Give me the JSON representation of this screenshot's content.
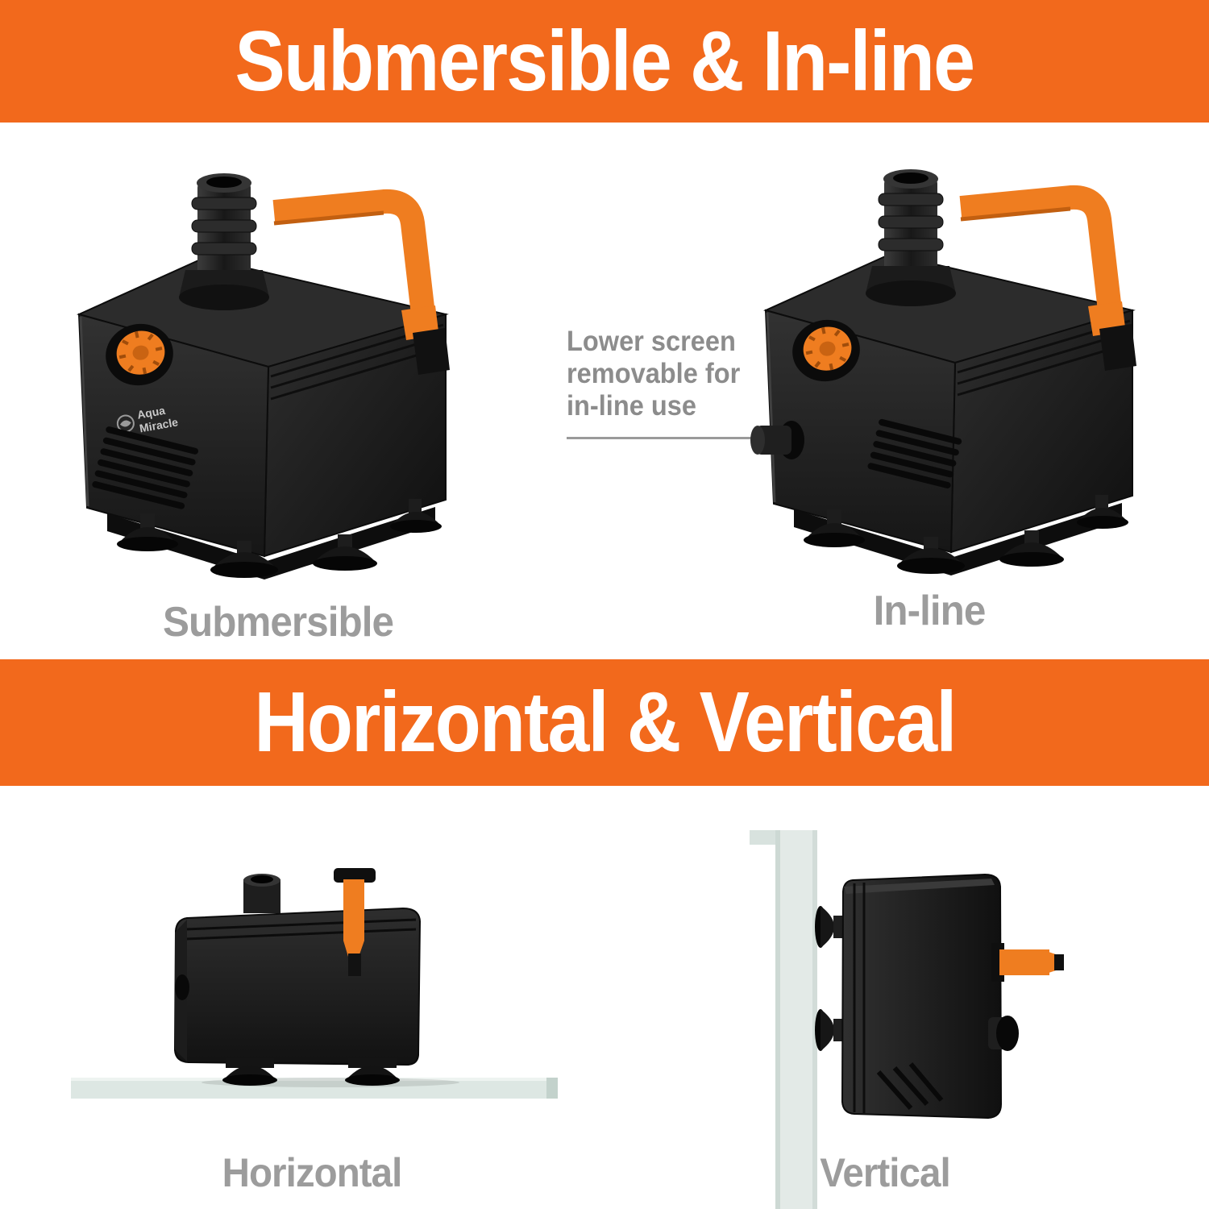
{
  "meta": {
    "accent_orange": "#f2691c",
    "handle_orange": "#ef7d20",
    "pump_black": "#1f1f1f",
    "label_gray": "#9c9c9c",
    "annotation_gray": "#8c8c8c",
    "glass_color": "#e3eae7"
  },
  "banner_top": {
    "title": "Submersible & In-line"
  },
  "banner_middle": {
    "title": "Horizontal & Vertical"
  },
  "top_section": {
    "left_caption": "Submersible",
    "right_caption": "In-line",
    "annotation_lines": [
      "Lower screen",
      "removable for",
      "in-line use"
    ]
  },
  "bottom_section": {
    "left_caption": "Horizontal",
    "right_caption": "Vertical"
  },
  "brand": {
    "name_line1": "Aqua",
    "name_line2": "Miracle"
  }
}
